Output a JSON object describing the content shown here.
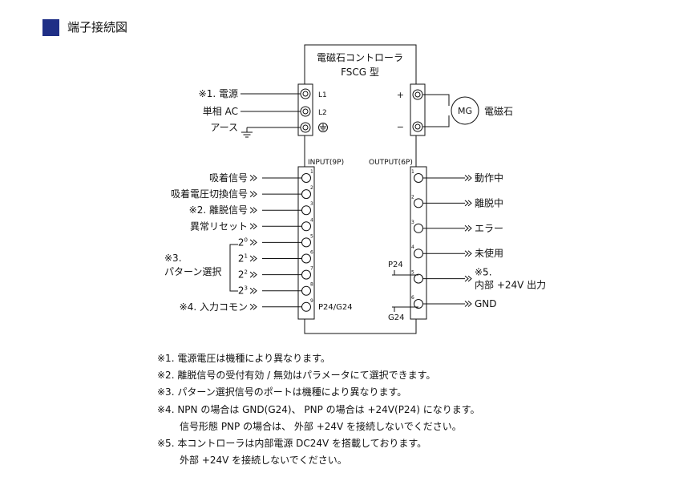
{
  "heading": {
    "title": "端子接続図",
    "accent_color": "#1f2f86"
  },
  "controller": {
    "name": "電磁石コントローラ",
    "model": "FSCG 型"
  },
  "power_block": {
    "terminals": [
      {
        "label": "※1. 電源",
        "tag": "L1"
      },
      {
        "label": "単相 AC",
        "tag": "L2"
      },
      {
        "label": "アース",
        "tag": "ground"
      }
    ]
  },
  "output_power": {
    "terminals": [
      {
        "tag": "+"
      },
      {
        "tag": "−"
      }
    ],
    "device_label": "MG",
    "device_name": "電磁石"
  },
  "input": {
    "title": "INPUT(9P)",
    "pins": [
      {
        "num": "1",
        "label": "吸着信号"
      },
      {
        "num": "2",
        "label": "吸着電圧切換信号"
      },
      {
        "num": "3",
        "label": "※2. 離脱信号"
      },
      {
        "num": "4",
        "label": "異常リセット"
      },
      {
        "num": "5",
        "label": "2",
        "sup": "0"
      },
      {
        "num": "6",
        "label": "2",
        "sup": "1"
      },
      {
        "num": "7",
        "label": "2",
        "sup": "2"
      },
      {
        "num": "8",
        "label": "2",
        "sup": "3"
      },
      {
        "num": "9",
        "label": "※4. 入力コモン"
      }
    ],
    "pattern_note": "※3.",
    "pattern_label": "パターン選択",
    "common_tag": "P24/G24"
  },
  "output": {
    "title": "OUTPUT(6P)",
    "pins": [
      {
        "num": "1",
        "label": "動作中"
      },
      {
        "num": "2",
        "label": "離脱中"
      },
      {
        "num": "3",
        "label": "エラー"
      },
      {
        "num": "4",
        "label": "未使用"
      },
      {
        "num": "5",
        "label": "※5.",
        "label2": "内部 +24V 出力"
      },
      {
        "num": "6",
        "label": "GND"
      }
    ],
    "p24_tag": "P24",
    "g24_tag": "G24"
  },
  "notes": [
    "※1. 電源電圧は機種により異なります。",
    "※2. 離脱信号の受付有効 / 無効はパラメータにて選択できます。",
    "※3. パターン選択信号のポートは機種により異なります。",
    "※4. NPN の場合は GND(G24)、 PNP の場合は +24V(P24) になります。",
    "信号形態 PNP の場合は、 外部 +24V を接続しないでください。",
    "※5. 本コントローラは内部電源 DC24V を搭載しております。",
    "外部 +24V を接続しないでください。"
  ]
}
